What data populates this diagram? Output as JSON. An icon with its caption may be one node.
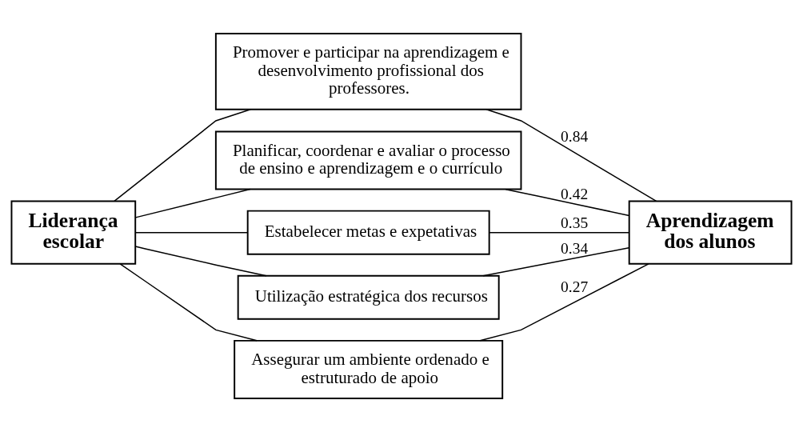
{
  "diagram": {
    "nodes": [
      {
        "text": [
          "Liderança escolar"
        ]
      },
      {
        "text": [
          "Promover e participar na aprendizagem e desenvolvimento profissional dos professores."
        ]
      },
      {
        "text": [
          "Planificar, coordenar e avaliar o processo de ensino e aprendizagem e o currículo"
        ]
      },
      {
        "text": [
          "Estabelecer metas e expetativas"
        ]
      },
      {
        "text": [
          "Utilização estratégica dos recursos"
        ]
      },
      {
        "text": [
          "Assegurar um ambiente ordenado e estruturado de apoio"
        ]
      },
      {
        "text": [
          "Aprendizagem dos alunos"
        ]
      }
    ],
    "edges": [
      {
        "from": 0,
        "to": 1,
        "arrow": "none"
      },
      {
        "from": 0,
        "to": 2,
        "arrow": "none"
      },
      {
        "from": 0,
        "to": 3,
        "arrow": "none"
      },
      {
        "from": 0,
        "to": 4,
        "arrow": "none"
      },
      {
        "from": 0,
        "to": 5,
        "arrow": "none"
      },
      {
        "from": 1,
        "to": 6,
        "arrow": "none",
        "label": "0.84"
      },
      {
        "from": 2,
        "to": 6,
        "arrow": "none",
        "label": "0.42"
      },
      {
        "from": 3,
        "to": 6,
        "arrow": "none",
        "label": "0.35"
      },
      {
        "from": 4,
        "to": 6,
        "arrow": "none",
        "label": "0.34"
      },
      {
        "from": 5,
        "to": 6,
        "arrow": "none",
        "label": "0.27"
      }
    ]
  }
}
